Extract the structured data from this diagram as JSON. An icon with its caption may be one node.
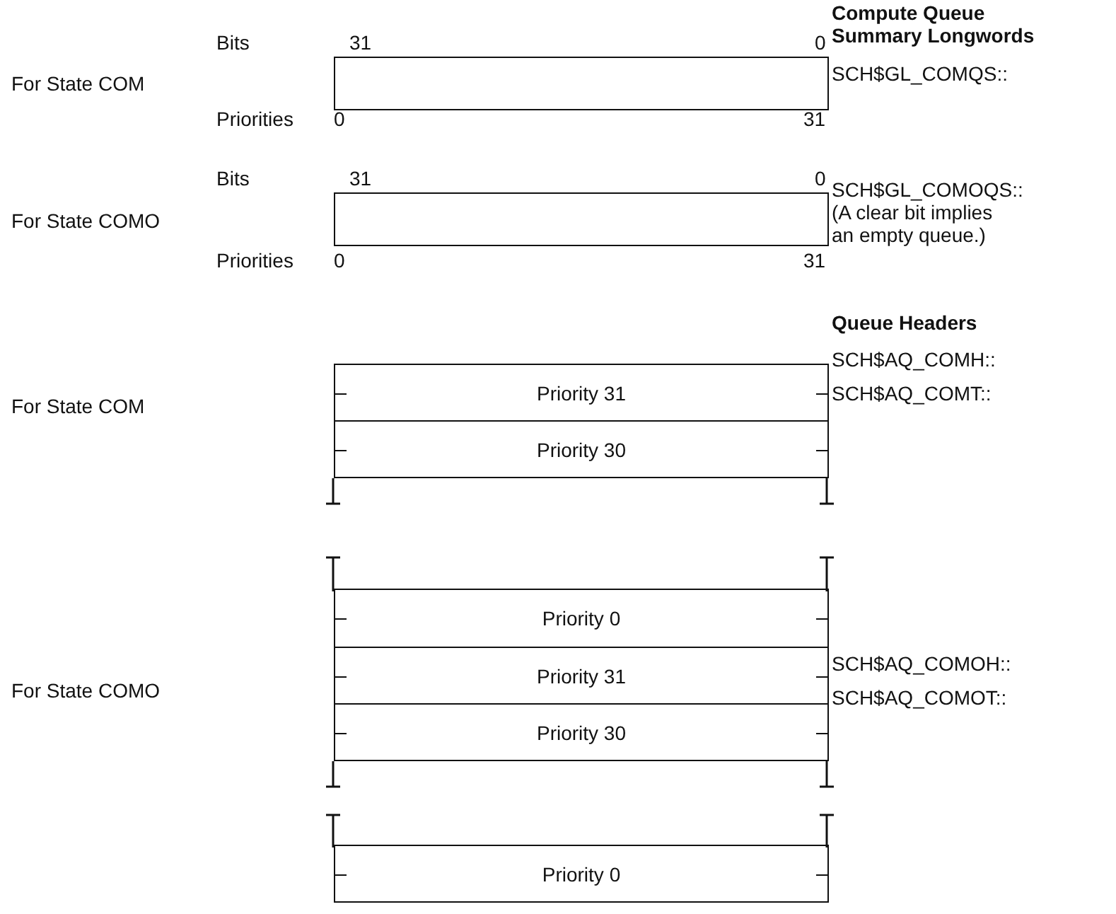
{
  "diagram": {
    "nodes": [
      {
        "text": [],
        "shape": "box"
      },
      {
        "text": [],
        "shape": "box"
      },
      {
        "text": [
          "Priority 31"
        ]
      },
      {
        "text": [
          "Priority 30"
        ]
      },
      {
        "text": [],
        "shape": "box"
      },
      {
        "text": [
          "Priority 0"
        ]
      },
      {
        "text": [
          "Priority 31"
        ]
      },
      {
        "text": [
          "Priority 30"
        ]
      },
      {
        "text": [],
        "shape": "box"
      },
      {
        "text": [
          "Priority 0"
        ]
      }
    ],
    "edges": [],
    "labels": [
      "Compute Queue Summary Longwords",
      "Bits",
      "31",
      "0",
      "For State COM",
      "SCH$GL_COMQS::",
      "Priorities",
      "0",
      "31",
      "Bits",
      "31",
      "0",
      "SCH$GL_COMOQS::",
      "(A clear bit implies an empty queue.)",
      "For State COMO",
      "Priorities",
      "0",
      "31",
      "Queue Headers",
      "SCH$AQ_COMH::",
      "For State COM",
      "SCH$AQ_COMT::",
      "SCH$AQ_COMOH::",
      "For State COMO",
      "SCH$AQ_COMOT::"
    ]
  }
}
